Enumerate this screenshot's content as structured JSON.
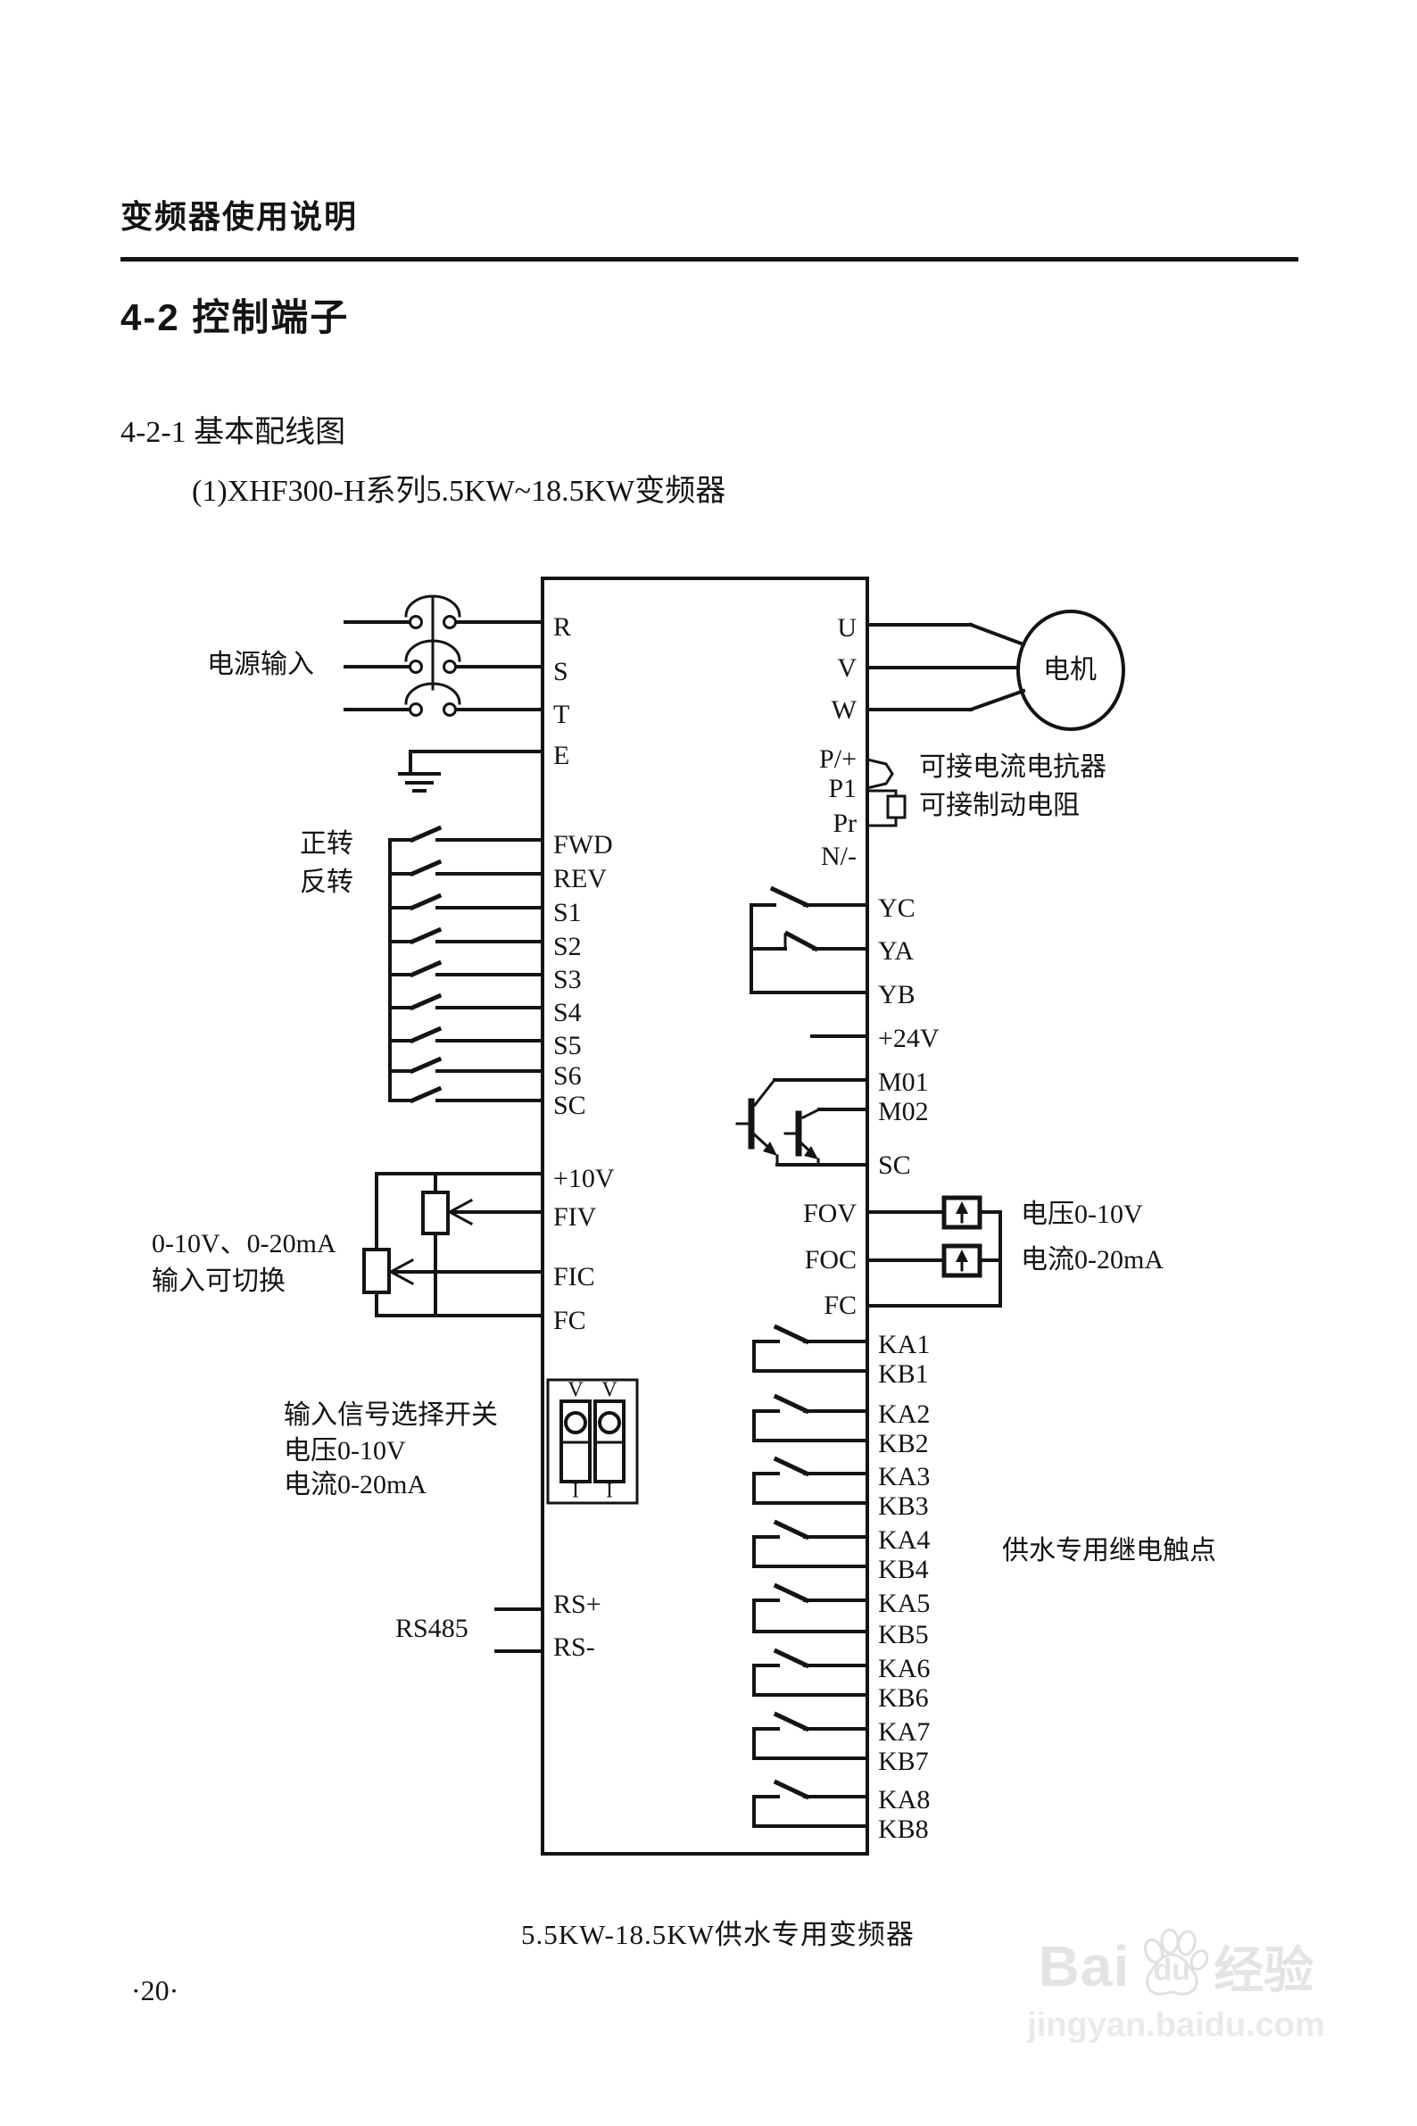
{
  "page": {
    "header": "变频器使用说明",
    "section_title": "4-2 控制端子",
    "subsection_title": "4-2-1 基本配线图",
    "figure_intro": "(1)XHF300-H系列5.5KW~18.5KW变频器",
    "caption": "5.5KW-18.5KW供水专用变频器",
    "page_number": "·20·"
  },
  "watermark": {
    "brand_first": "Bai",
    "brand_du": "du",
    "brand_suffix": "经验",
    "url": "jingyan.baidu.com"
  },
  "diagram": {
    "annotations": {
      "power_input": "电源输入",
      "forward": "正转",
      "reverse": "反转",
      "analog_note_line1": "0-10V、0-20mA",
      "analog_note_line2": "输入可切换",
      "dip_note_line1": "输入信号选择开关",
      "dip_note_line2": "电压0-10V",
      "dip_note_line3": "电流0-20mA",
      "rs485": "RS485",
      "motor": "电机",
      "reactor_note": "可接电流电抗器",
      "brake_note": "可接制动电阻",
      "fov_note": "电压0-10V",
      "foc_note": "电流0-20mA",
      "relay_note": "供水专用继电触点",
      "dip_top": "V",
      "dip_bottom": "I"
    },
    "terminals": {
      "power_in": [
        "R",
        "S",
        "T",
        "E"
      ],
      "motor_out": [
        "U",
        "V",
        "W"
      ],
      "dc_bus": [
        "P/+",
        "P1",
        "Pr",
        "N/-"
      ],
      "digital_in": [
        "FWD",
        "REV",
        "S1",
        "S2",
        "S3",
        "S4",
        "S5",
        "S6",
        "SC"
      ],
      "analog_in": [
        "+10V",
        "FIV",
        "FIC",
        "FC"
      ],
      "relay_out": [
        "YC",
        "YA",
        "YB"
      ],
      "power_24v": "+24V",
      "open_collector": [
        "M01",
        "M02",
        "SC"
      ],
      "analog_out": [
        "FOV",
        "FOC",
        "FC"
      ],
      "comm": [
        "RS+",
        "RS-"
      ],
      "water_relays": [
        "KA1",
        "KB1",
        "KA2",
        "KB2",
        "KA3",
        "KB3",
        "KA4",
        "KB4",
        "KA5",
        "KB5",
        "KA6",
        "KB6",
        "KA7",
        "KB7",
        "KA8",
        "KB8"
      ]
    }
  }
}
